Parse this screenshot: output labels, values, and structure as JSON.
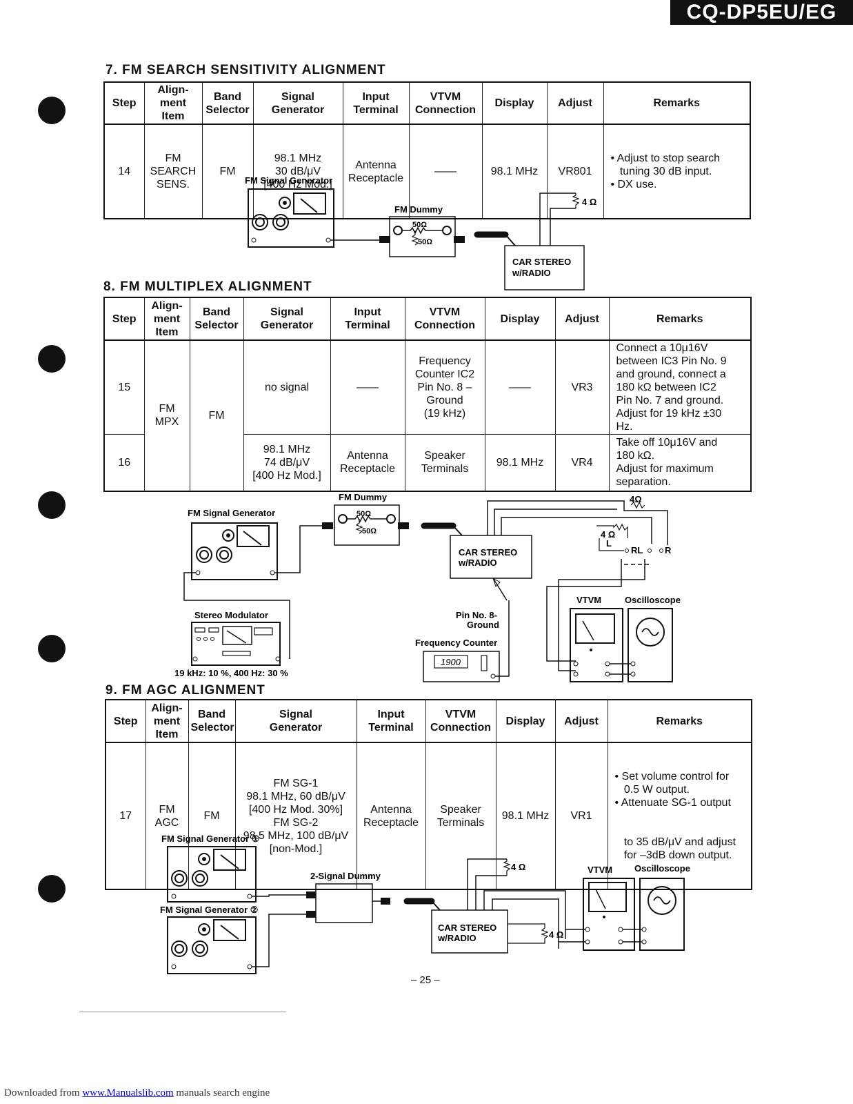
{
  "header": {
    "model": "CQ-DP5EU/EG"
  },
  "columns": [
    "Step",
    "Align-\nment\nItem",
    "Band\nSelector",
    "Signal\nGenerator",
    "Input\nTerminal",
    "VTVM\nConnection",
    "Display",
    "Adjust",
    "Remarks"
  ],
  "sections": [
    {
      "title": "7. FM SEARCH SENSITIVITY ALIGNMENT",
      "rows": [
        {
          "step": "14",
          "item": "FM\nSEARCH\nSENS.",
          "band": "FM",
          "signal": "98.1 MHz\n30 dB/μV\n[400 Hz Mod.]",
          "input": "Antenna\nReceptacle",
          "vtvm": "——",
          "display": "98.1 MHz",
          "adjust": "VR801",
          "remarks": [
            "• Adjust to stop search",
            "   tuning 30 dB input.",
            "• DX use."
          ]
        }
      ]
    },
    {
      "title": "8. FM MULTIPLEX ALIGNMENT",
      "rows": [
        {
          "step": "15",
          "item": "FM\nMPX",
          "band": "FM",
          "signal": "no signal",
          "input": "——",
          "vtvm": "Frequency\nCounter IC2\nPin No. 8 –\nGround\n(19 kHz)",
          "display": "——",
          "adjust": "VR3",
          "remarks": [
            "Connect a 10μ16V",
            "between IC3 Pin No. 9",
            "and ground, connect a",
            "180 kΩ between IC2",
            "Pin No. 7 and ground.",
            "Adjust for 19 kHz ±30",
            "Hz."
          ]
        },
        {
          "step": "16",
          "signal": "98.1 MHz\n74 dB/μV\n[400 Hz Mod.]",
          "input": "Antenna\nReceptacle",
          "vtvm": "Speaker\nTerminals",
          "display": "98.1 MHz",
          "adjust": "VR4",
          "remarks": [
            "Take off 10μ16V and",
            "180 kΩ.",
            "Adjust for maximum",
            "separation."
          ]
        }
      ]
    },
    {
      "title": "9. FM AGC ALIGNMENT",
      "rows": [
        {
          "step": "17",
          "item": "FM\nAGC",
          "band": "FM",
          "signal": "FM SG-1\n98.1 MHz, 60 dB/μV\n[400 Hz Mod. 30%]\nFM SG-2\n98.5 MHz, 100 dB/μV\n[non-Mod.]",
          "input": "Antenna\nReceptacle",
          "vtvm": "Speaker\nTerminals",
          "display": "98.1 MHz",
          "adjust": "VR1",
          "remarks": [
            "• Set volume control for",
            "   0.5 W output.",
            "• Attenuate SG-1 output",
            "   to 35 dB/μV and adjust",
            "   for –3dB down output."
          ]
        }
      ]
    }
  ],
  "diagram1": {
    "sg": "FM Signal Generator",
    "dummy": "FM Dummy",
    "r1": "50Ω",
    "r2": "50Ω",
    "load": "4 Ω",
    "car": "CAR STEREO\nw/RADIO"
  },
  "diagram2": {
    "sg": "FM Signal Generator",
    "dummy": "FM Dummy",
    "r1": "50Ω",
    "r2": "50Ω",
    "load_top": "4Ω",
    "load_mid": "4 Ω",
    "l": "L",
    "rl": "RL",
    "r": "R",
    "car": "CAR STEREO\nw/RADIO",
    "modulator": "Stereo Modulator",
    "mod_note": "19 kHz: 10 %, 400 Hz: 30 %",
    "pin": "Pin No. 8-\nGround",
    "counter": "Frequency Counter",
    "counter_value": "1900",
    "vtvm": "VTVM",
    "scope": "Oscilloscope"
  },
  "diagram3": {
    "sg1": "FM Signal Generator ①",
    "sg2": "FM Signal Generator ②",
    "dummy": "2-Signal Dummy",
    "load_top": "4 Ω",
    "load_mid": "4 Ω",
    "car": "CAR STEREO\nw/RADIO",
    "vtvm": "VTVM",
    "scope": "Oscilloscope"
  },
  "page_number": "– 25 –",
  "footer": {
    "prefix": "Downloaded from ",
    "link": "www.Manualslib.com",
    "suffix": " manuals search engine"
  }
}
